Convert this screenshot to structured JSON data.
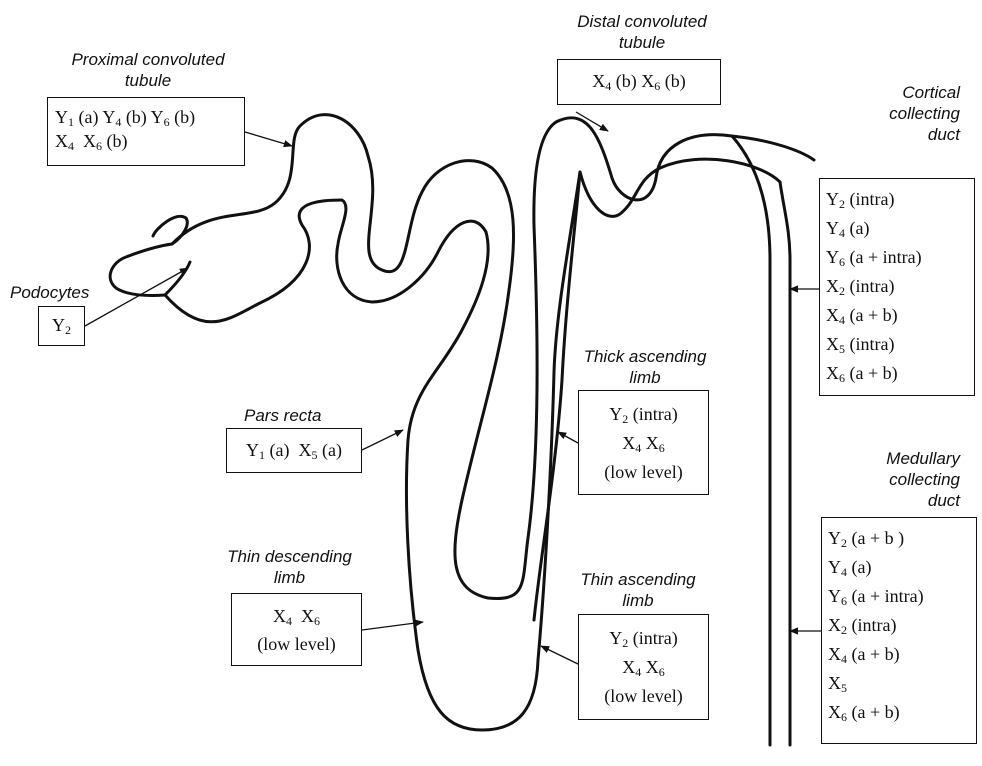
{
  "regions": {
    "proximal": {
      "title_lines": [
        "Proximal convoluted",
        "tubule"
      ],
      "lines": [
        [
          {
            "t": "Y",
            "s": "1"
          },
          {
            "t": " (a) "
          },
          {
            "t": "Y",
            "s": "4"
          },
          {
            "t": " (b) "
          },
          {
            "t": "Y",
            "s": "6"
          },
          {
            "t": " (b)"
          }
        ],
        [
          {
            "t": "X",
            "s": "4"
          },
          {
            "t": "  "
          },
          {
            "t": "X",
            "s": "6"
          },
          {
            "t": " (b)"
          }
        ]
      ]
    },
    "podocytes": {
      "title_lines": [
        "Podocytes"
      ],
      "lines": [
        [
          {
            "t": "Y",
            "s": "2"
          }
        ]
      ]
    },
    "distal": {
      "title_lines": [
        "Distal convoluted",
        "tubule"
      ],
      "lines": [
        [
          {
            "t": "X",
            "s": "4"
          },
          {
            "t": " (b) "
          },
          {
            "t": "X",
            "s": "6"
          },
          {
            "t": " (b)"
          }
        ]
      ]
    },
    "cortical": {
      "title_lines": [
        "Cortical",
        "collecting",
        "duct"
      ],
      "lines": [
        [
          {
            "t": "Y",
            "s": "2"
          },
          {
            "t": " (intra)"
          }
        ],
        [
          {
            "t": "Y",
            "s": "4"
          },
          {
            "t": " (a)"
          }
        ],
        [
          {
            "t": "Y",
            "s": "6"
          },
          {
            "t": " (a + intra)"
          }
        ],
        [
          {
            "t": "X",
            "s": "2"
          },
          {
            "t": " (intra)"
          }
        ],
        [
          {
            "t": "X",
            "s": "4"
          },
          {
            "t": " (a + b)"
          }
        ],
        [
          {
            "t": "X",
            "s": "5"
          },
          {
            "t": " (intra)"
          }
        ],
        [
          {
            "t": "X",
            "s": "6"
          },
          {
            "t": " (a + b)"
          }
        ]
      ]
    },
    "pars_recta": {
      "title_lines": [
        "Pars recta"
      ],
      "lines": [
        [
          {
            "t": "Y",
            "s": "1"
          },
          {
            "t": " (a)  "
          },
          {
            "t": "X",
            "s": "5"
          },
          {
            "t": " (a)"
          }
        ]
      ]
    },
    "thick_ascending": {
      "title_lines": [
        "Thick ascending",
        "limb"
      ],
      "lines": [
        [
          {
            "t": "Y",
            "s": "2"
          },
          {
            "t": " (intra)"
          }
        ],
        [
          {
            "t": "X",
            "s": "4"
          },
          {
            "t": " "
          },
          {
            "t": "X",
            "s": "6"
          }
        ],
        [
          {
            "t": "(low level)"
          }
        ]
      ]
    },
    "medullary": {
      "title_lines": [
        "Medullary",
        "collecting",
        "duct"
      ],
      "lines": [
        [
          {
            "t": "Y",
            "s": "2"
          },
          {
            "t": " (a + b )"
          }
        ],
        [
          {
            "t": "Y",
            "s": "4"
          },
          {
            "t": " (a)"
          }
        ],
        [
          {
            "t": "Y",
            "s": "6"
          },
          {
            "t": " (a + intra)"
          }
        ],
        [
          {
            "t": "X",
            "s": "2"
          },
          {
            "t": " (intra)"
          }
        ],
        [
          {
            "t": "X",
            "s": "4"
          },
          {
            "t": " (a + b)"
          }
        ],
        [
          {
            "t": "X",
            "s": "5"
          }
        ],
        [
          {
            "t": "X",
            "s": "6"
          },
          {
            "t": " (a + b)"
          }
        ]
      ]
    },
    "thin_descending": {
      "title_lines": [
        "Thin descending",
        "limb"
      ],
      "lines": [
        [
          {
            "t": "X",
            "s": "4"
          },
          {
            "t": "  "
          },
          {
            "t": "X",
            "s": "6"
          }
        ],
        [
          {
            "t": "(low level)"
          }
        ]
      ]
    },
    "thin_ascending": {
      "title_lines": [
        "Thin ascending",
        "limb"
      ],
      "lines": [
        [
          {
            "t": "Y",
            "s": "2"
          },
          {
            "t": " (intra)"
          }
        ],
        [
          {
            "t": "X",
            "s": "4"
          },
          {
            "t": " "
          },
          {
            "t": "X",
            "s": "6"
          }
        ],
        [
          {
            "t": "(low level)"
          }
        ]
      ]
    }
  }
}
